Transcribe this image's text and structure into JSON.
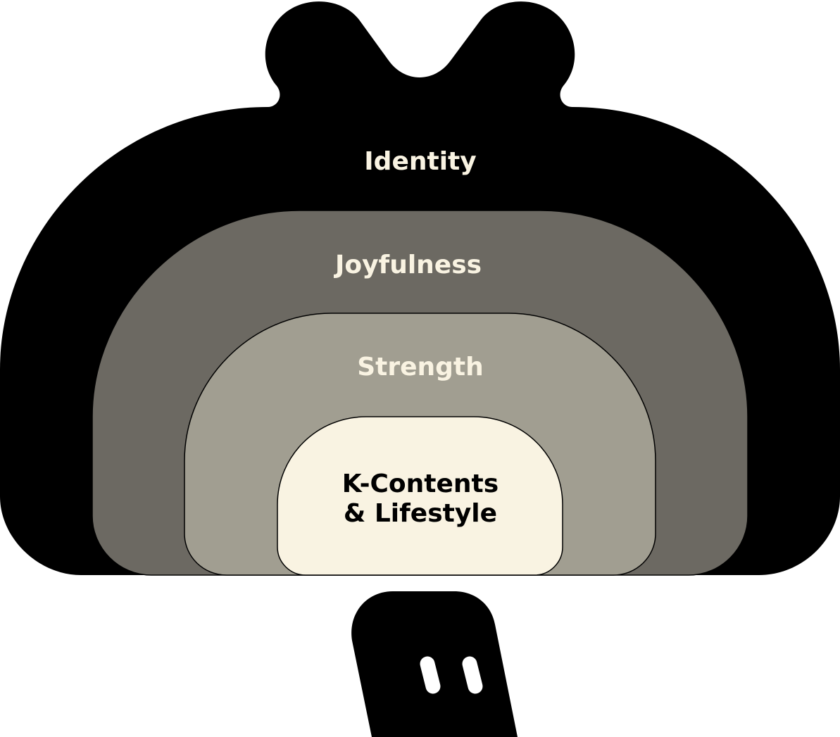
{
  "colors": {
    "outer": "#000000",
    "layer2": "#6c6962",
    "layer3": "#a19e91",
    "core": "#f9f3e2",
    "light_text": "#f9f3e2",
    "dark_text": "#000000"
  },
  "layers": [
    {
      "label": "Identity"
    },
    {
      "label": "Joyfulness"
    },
    {
      "label": "Strength"
    },
    {
      "label_line1": "K-Contents",
      "label_line2": "& Lifestyle"
    }
  ]
}
